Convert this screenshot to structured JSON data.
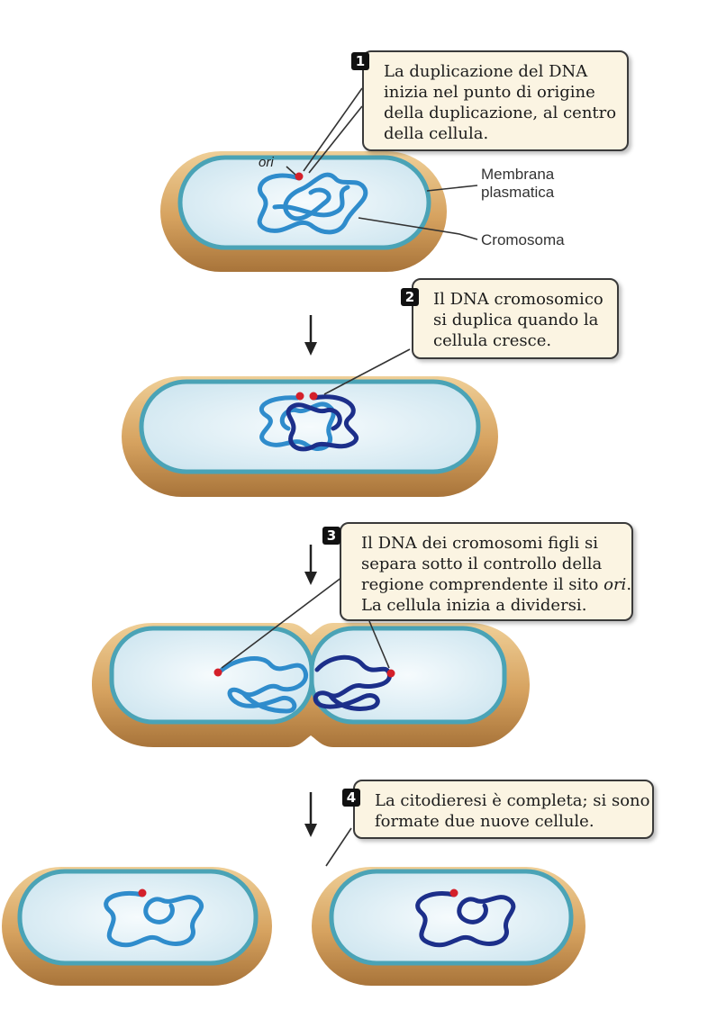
{
  "steps": [
    {
      "number": "1",
      "lines": [
        "La duplicazione del DNA",
        "inizia nel punto di origine",
        "della duplicazione, al centro",
        "della cellula."
      ]
    },
    {
      "number": "2",
      "lines": [
        "Il DNA cromosomico",
        "si duplica quando la",
        "cellula cresce."
      ]
    },
    {
      "number": "3",
      "lines": [
        "Il DNA dei cromosomi figli si",
        "separa sotto il controllo della",
        "regione comprendente il sito ori.",
        "La cellula inizia a dividersi."
      ]
    },
    {
      "number": "4",
      "lines": [
        "La citodieresi è completa; si sono",
        "formate due nuove cellule."
      ]
    }
  ],
  "labels": {
    "ori": "ori",
    "membrane": [
      "Membrana",
      "plasmatica"
    ],
    "chromosome": "Cromosoma"
  },
  "colors": {
    "cell_wall": "#d8a866",
    "membrane": "#4aa3b6",
    "cytoplasm": "#e4f1f7",
    "dna_light": "#2f8ccc",
    "dna_dark": "#1c2f8a",
    "origin": "#d4202a",
    "callout_bg": "#fbf4e2"
  }
}
